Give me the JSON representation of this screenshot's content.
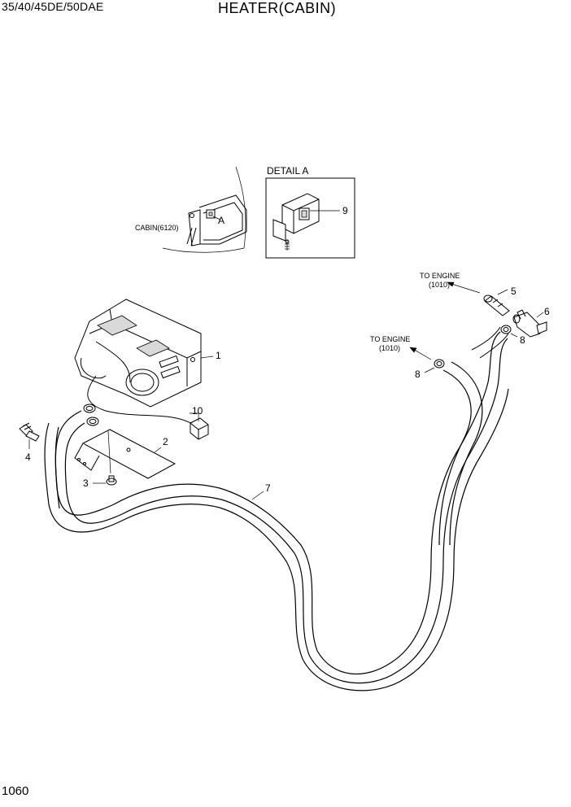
{
  "header": {
    "model": "35/40/45DE/50DAE",
    "title": "HEATER(CABIN)"
  },
  "detail": {
    "title": "DETAIL A",
    "marker": "A",
    "cabin_ref": "CABIN(6120)"
  },
  "notes": {
    "to_engine_1": "TO ENGINE",
    "ref_1": "(1010)",
    "to_engine_2": "TO ENGINE",
    "ref_2": "(1010)"
  },
  "callouts": {
    "c1": "1",
    "c2": "2",
    "c3": "3",
    "c4": "4",
    "c5": "5",
    "c6": "6",
    "c7": "7",
    "c8a": "8",
    "c8b": "8",
    "c9": "9",
    "c10": "10"
  },
  "footer": {
    "page_number": "1060"
  }
}
